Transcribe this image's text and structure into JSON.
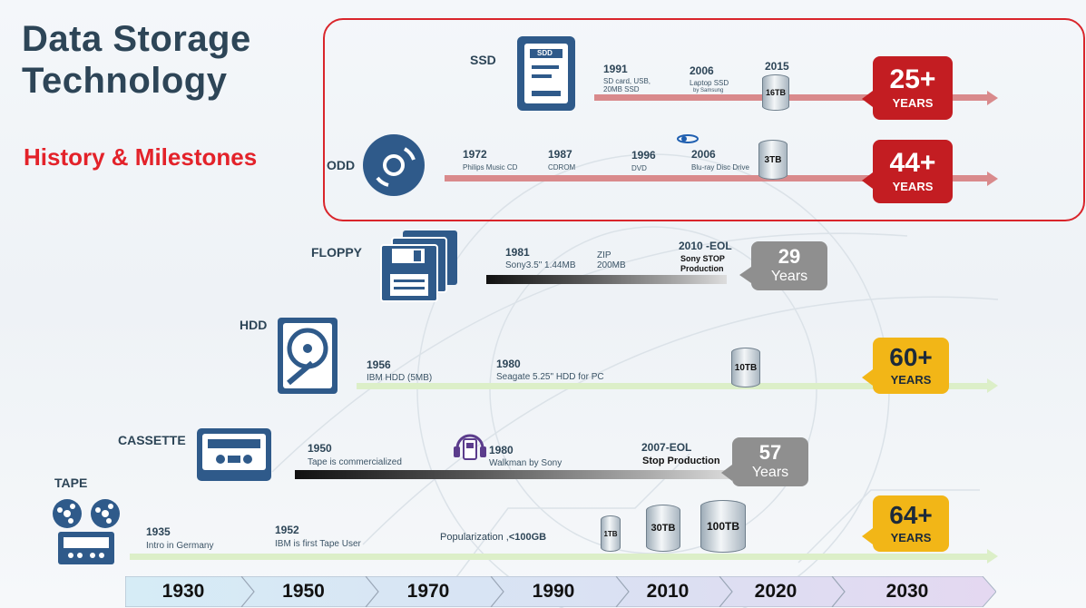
{
  "header": {
    "title_line1": "Data Storage",
    "title_line2": "Technology",
    "subtitle": "History & Milestones"
  },
  "colors": {
    "title": "#2d4557",
    "accent_red": "#e3222a",
    "badge_red": "#c31d22",
    "badge_yellow": "#f2b617",
    "badge_grey": "#8f8f8f",
    "icon_blue": "#2f5a8a"
  },
  "rows": {
    "ssd": {
      "label": "SSD",
      "icon": "ssd-icon",
      "icon_text": "SDD",
      "m1": {
        "year": "1991",
        "desc1": "SD card, USB,",
        "desc2": "20MB SSD"
      },
      "m2": {
        "year": "2006",
        "desc1": "Laptop SSD",
        "desc2": "by Samsung"
      },
      "m3": {
        "year": "2015",
        "drum": "16TB"
      },
      "badge": {
        "big": "25+",
        "small": "YEARS"
      }
    },
    "odd": {
      "label": "ODD",
      "icon": "disc-icon",
      "m1": {
        "year": "1972",
        "desc": "Philips Music CD"
      },
      "m2": {
        "year": "1987",
        "desc": "CDROM"
      },
      "m3": {
        "year": "1996",
        "desc": "DVD"
      },
      "m4": {
        "year": "2006",
        "desc": "Blu-ray Disc Drive",
        "drum": "3TB"
      },
      "badge": {
        "big": "44+",
        "small": "YEARS"
      }
    },
    "floppy": {
      "label": "FLOPPY",
      "icon": "floppy-disk-icon",
      "m1": {
        "year": "1981",
        "desc": "Sony3.5\" 1.44MB"
      },
      "m2": {
        "line1": "ZIP",
        "line2": "200MB"
      },
      "m3": {
        "year": "2010 -EOL",
        "line1": "Sony STOP",
        "line2": "Production"
      },
      "badge": {
        "big": "29",
        "small": "Years"
      }
    },
    "hdd": {
      "label": "HDD",
      "icon": "hard-drive-icon",
      "m1": {
        "year": "1956",
        "desc": "IBM HDD (5MB)"
      },
      "m2": {
        "year": "1980",
        "desc": "Seagate 5.25\" HDD for PC"
      },
      "drum": "10TB",
      "badge": {
        "big": "60+",
        "small": "YEARS"
      }
    },
    "cassette": {
      "label": "CASSETTE",
      "icon": "cassette-icon",
      "m1": {
        "year": "1950",
        "desc": "Tape is commercialized"
      },
      "m2": {
        "year": "1980",
        "desc": "Walkman by Sony"
      },
      "m3": {
        "year": "2007-EOL",
        "line1": "Stop Production"
      },
      "badge": {
        "big": "57",
        "small": "Years"
      }
    },
    "tape": {
      "label": "TAPE",
      "icon": "tape-reel-icon",
      "m1": {
        "year": "1935",
        "desc": "Intro in Germany"
      },
      "m2": {
        "year": "1952",
        "desc": "IBM is first Tape User"
      },
      "m3": {
        "text": "Popularization ,",
        "bold": "<100GB"
      },
      "drums": [
        "1TB",
        "30TB",
        "100TB"
      ],
      "badge": {
        "big": "64+",
        "small": "YEARS"
      }
    }
  },
  "timeline": [
    "1930",
    "1950",
    "1970",
    "1990",
    "2010",
    "2020",
    "2030"
  ]
}
